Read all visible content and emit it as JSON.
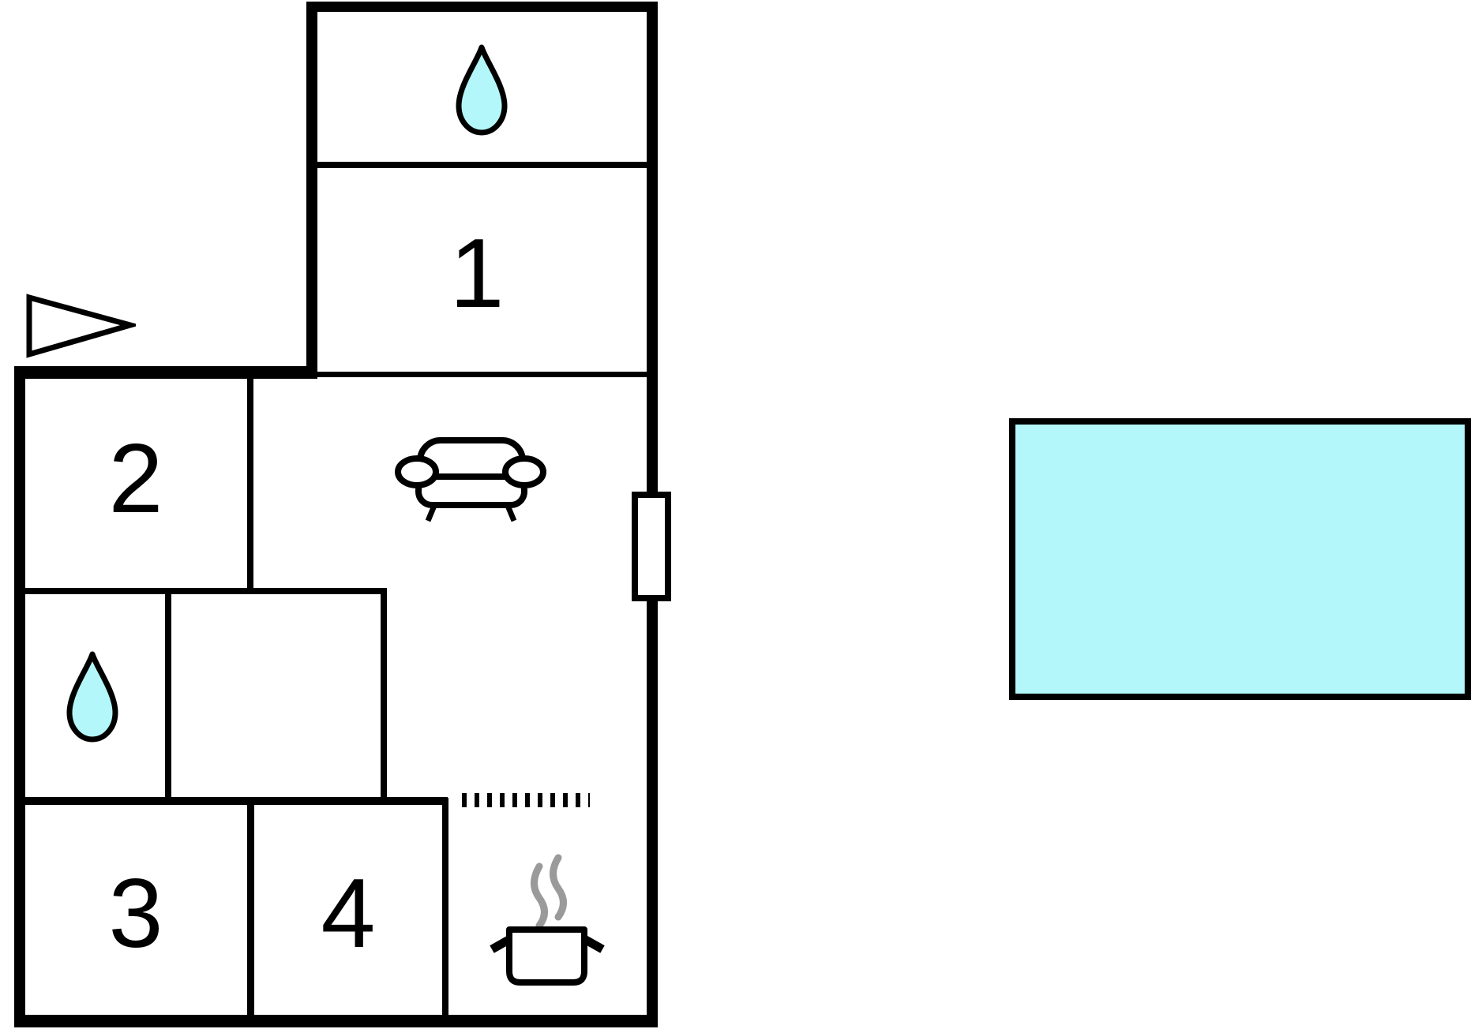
{
  "diagram": {
    "type": "floor-plan",
    "rooms": [
      {
        "label": "1"
      },
      {
        "label": "2"
      },
      {
        "label": "3"
      },
      {
        "label": "4"
      }
    ],
    "icons": {
      "top_bathroom": "water-drop",
      "left_bathroom": "water-drop",
      "living_area": "sofa",
      "kitchen": "cooking-pot-with-steam",
      "entrance": "entrance-arrow",
      "right_wall": "door-opening",
      "kitchen_divider": "dotted-line",
      "outdoor": "swimming-pool"
    }
  },
  "colors": {
    "wall": "#000000",
    "icon-stroke": "#000000",
    "water-fill": "#b3f7fa",
    "pool-fill": "#b3f7fa",
    "steam": "#9a9a9a",
    "background": "#ffffff"
  }
}
